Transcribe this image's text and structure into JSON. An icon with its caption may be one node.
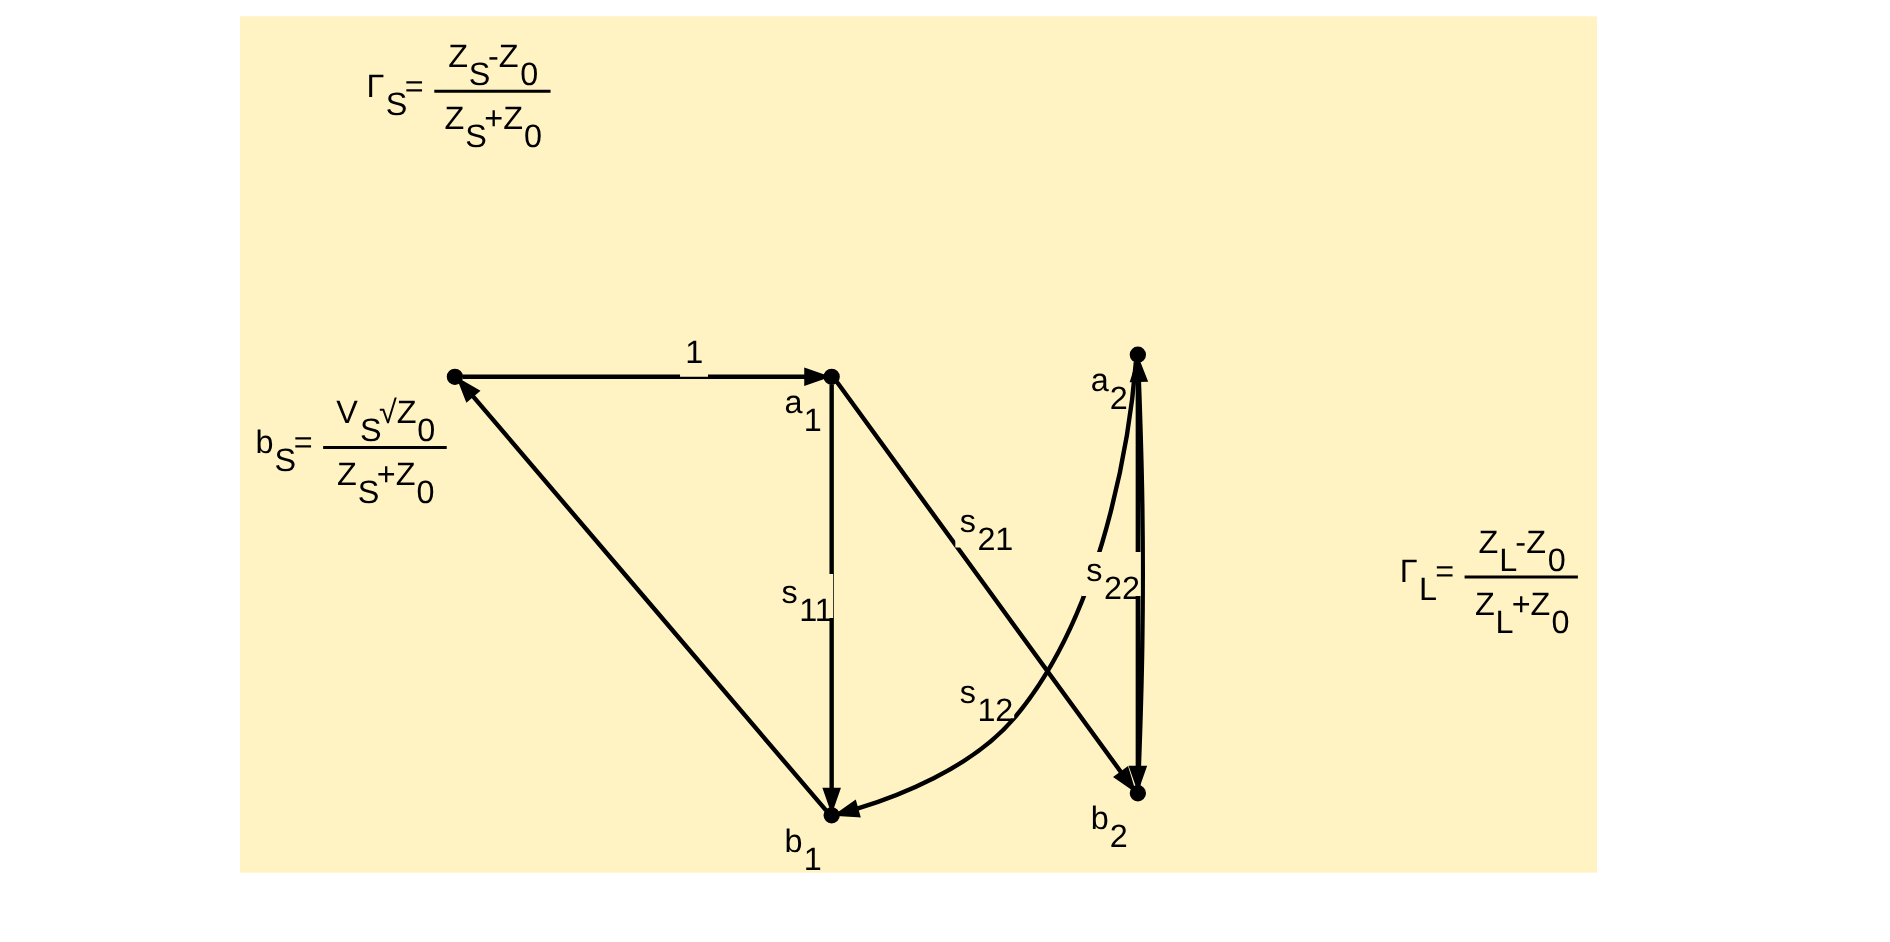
{
  "diagram": {
    "nodes": [
      {
        "text": [
          "b$_{S}$=",
          "V$_{S}$√Z$_{0}$",
          "Z$_{S}$+Z$_{0}$"
        ]
      },
      {
        "text": [
          "a$_{1}$"
        ]
      },
      {
        "text": [
          "b$_{2}$"
        ]
      },
      {
        "text": [
          "b$_{1}$"
        ]
      },
      {
        "text": [
          "a$_{2}$"
        ]
      }
    ],
    "edges": [
      {
        "from": 0,
        "to": 1,
        "arrow": "to",
        "label": "1"
      },
      {
        "from": 1,
        "to": 2,
        "arrow": "to",
        "label": "s$_{21}$"
      },
      {
        "from": 1,
        "to": 3,
        "arrow": "to",
        "label": "s$_{11}$"
      },
      {
        "from": 4,
        "to": 2,
        "arrow": "to",
        "label": "s$_{22}$"
      },
      {
        "from": 4,
        "to": 3,
        "arrow": "to",
        "label": "s$_{12}$"
      },
      {
        "from": 2,
        "to": 4,
        "arrow": "to"
      },
      {
        "from": 3,
        "to": 0,
        "arrow": "to"
      }
    ],
    "labels": [
      "Γ$_{L}$=",
      "Z$_{L}$-Z$_{0}$",
      "Z$_{L}$+Z$_{0}$",
      "Γ$_{S}$=",
      "Z$_{S}$-Z$_{0}$",
      "Z$_{S}$+Z$_{0}$"
    ]
  }
}
